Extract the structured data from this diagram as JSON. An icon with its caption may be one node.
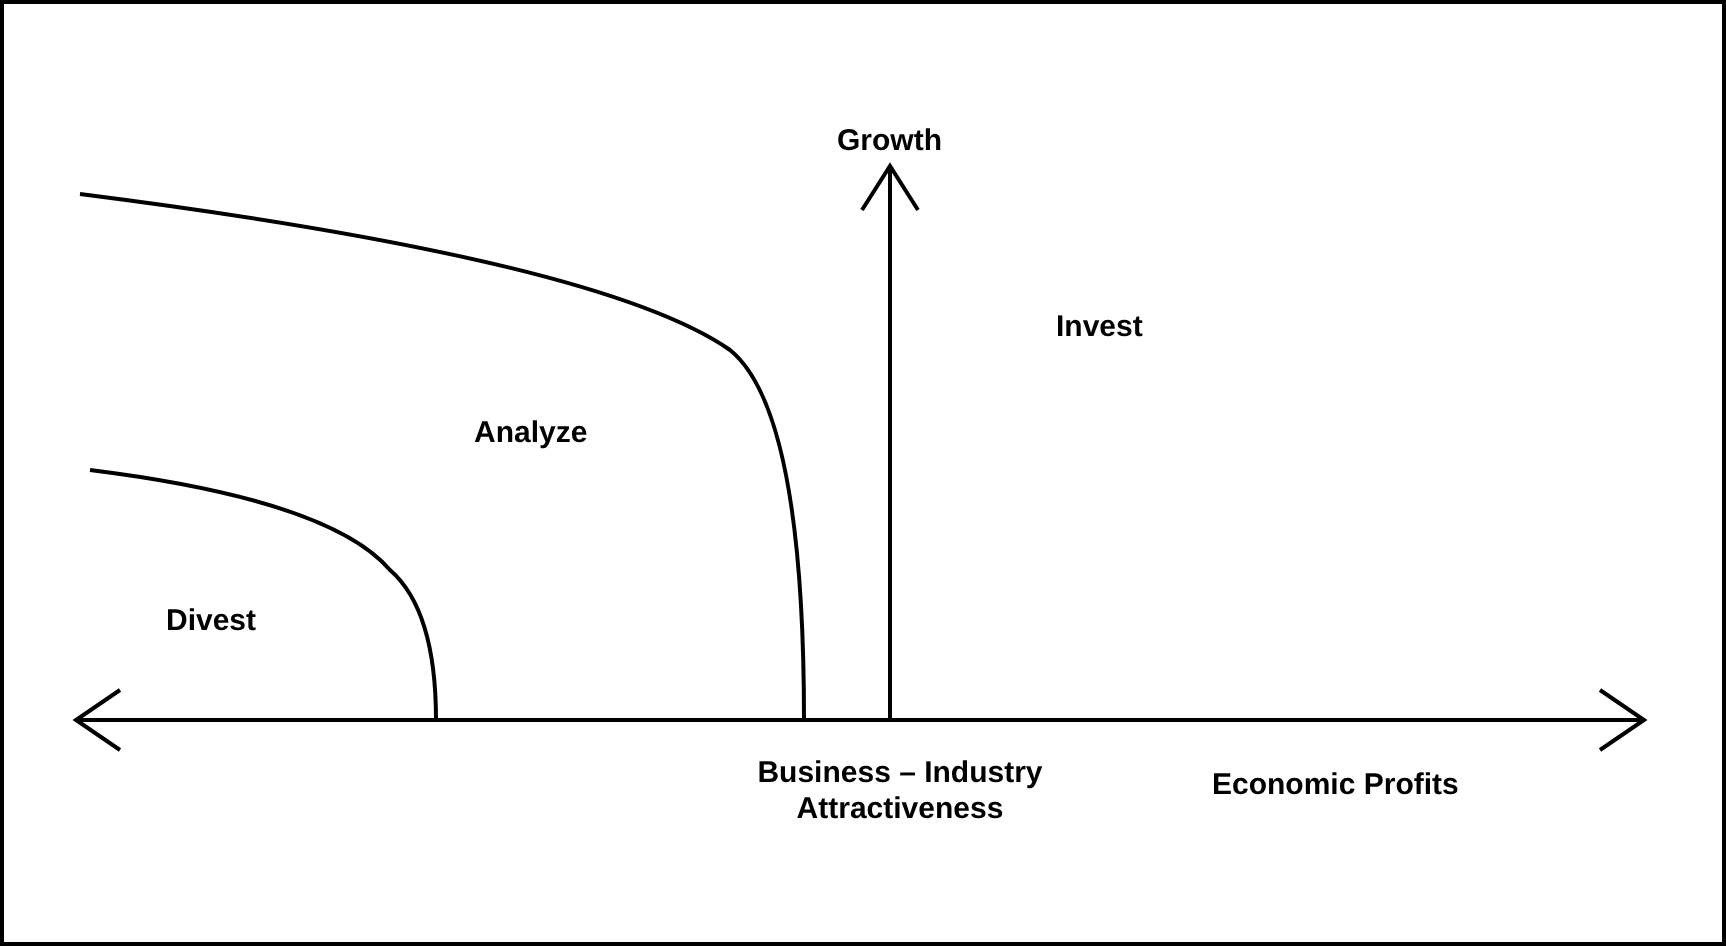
{
  "diagram": {
    "labels": [
      "Growth",
      "Invest",
      "Analyze",
      "Divest",
      "Business – Industry Attractiveness",
      "Economic Profits"
    ]
  }
}
